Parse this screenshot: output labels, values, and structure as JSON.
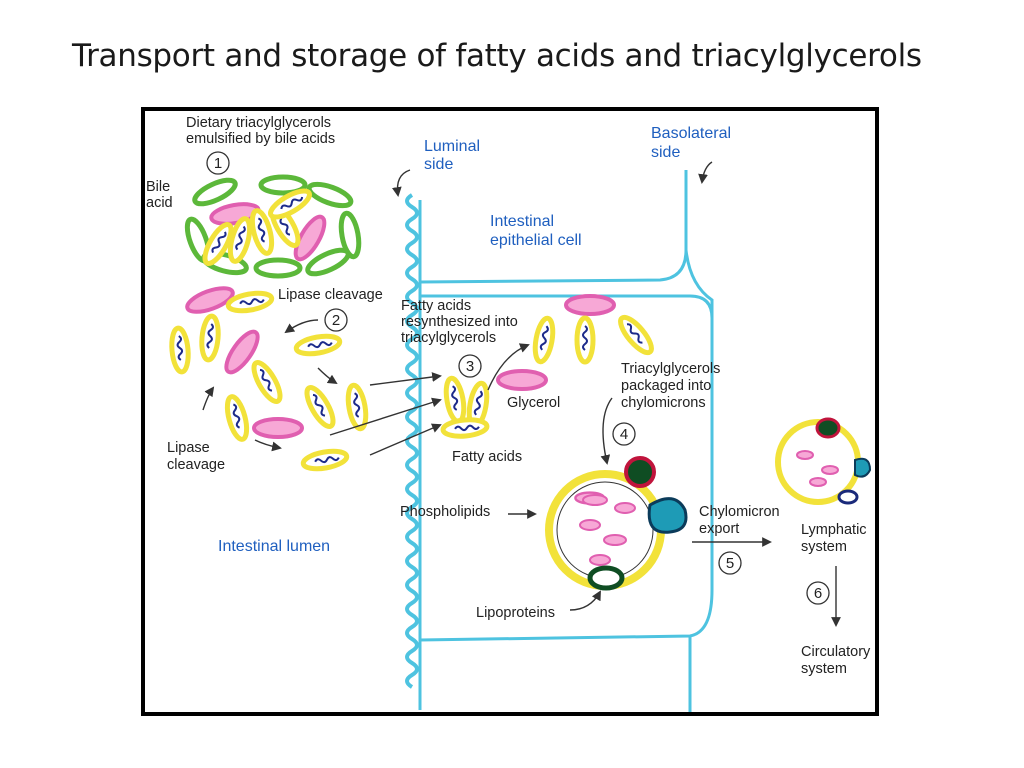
{
  "title": "Transport and storage of fatty acids and triacylglycerols",
  "labels": {
    "dietary_line1": "Dietary triacylglycerols",
    "dietary_line2": "emulsified by bile acids",
    "bile_line1": "Bile",
    "bile_line2": "acid",
    "lipase_cleavage_top": "Lipase cleavage",
    "lipase_left_line1": "Lipase",
    "lipase_left_line2": "cleavage",
    "intestinal_lumen": "Intestinal lumen",
    "luminal_line1": "Luminal",
    "luminal_line2": "side",
    "basolateral_line1": "Basolateral",
    "basolateral_line2": "side",
    "epithelial_line1": "Intestinal",
    "epithelial_line2": "epithelial cell",
    "resynth_line1": "Fatty acids",
    "resynth_line2": "resynthesized into",
    "resynth_line3": "triacylglycerols",
    "glycerol": "Glycerol",
    "fatty_acids": "Fatty acids",
    "packaged_line1": "Triacylglycerols",
    "packaged_line2": "packaged into",
    "packaged_line3": "chylomicrons",
    "phospholipids": "Phospholipids",
    "lipoproteins": "Lipoproteins",
    "export_line1": "Chylomicron",
    "export_line2": "export",
    "lymphatic_line1": "Lymphatic",
    "lymphatic_line2": "system",
    "circulatory_line1": "Circulatory",
    "circulatory_line2": "system"
  },
  "steps": [
    "1",
    "2",
    "3",
    "4",
    "5",
    "6"
  ],
  "colors": {
    "text_blue": "#1f5fbf",
    "membrane": "#4ec3e0",
    "bile_green": "#5cb83a",
    "triacylglycerol_pink": "#e87fc0",
    "fatty_acid_yellow": "#f2e23a",
    "fatty_acid_chain": "#1c2a8a",
    "lipoprotein_dark_green": "#0f4d23",
    "lipoprotein_red": "#c0143c",
    "lipoprotein_teal": "#1e9bb6",
    "lipoprotein_navy": "#1a2a7a"
  }
}
